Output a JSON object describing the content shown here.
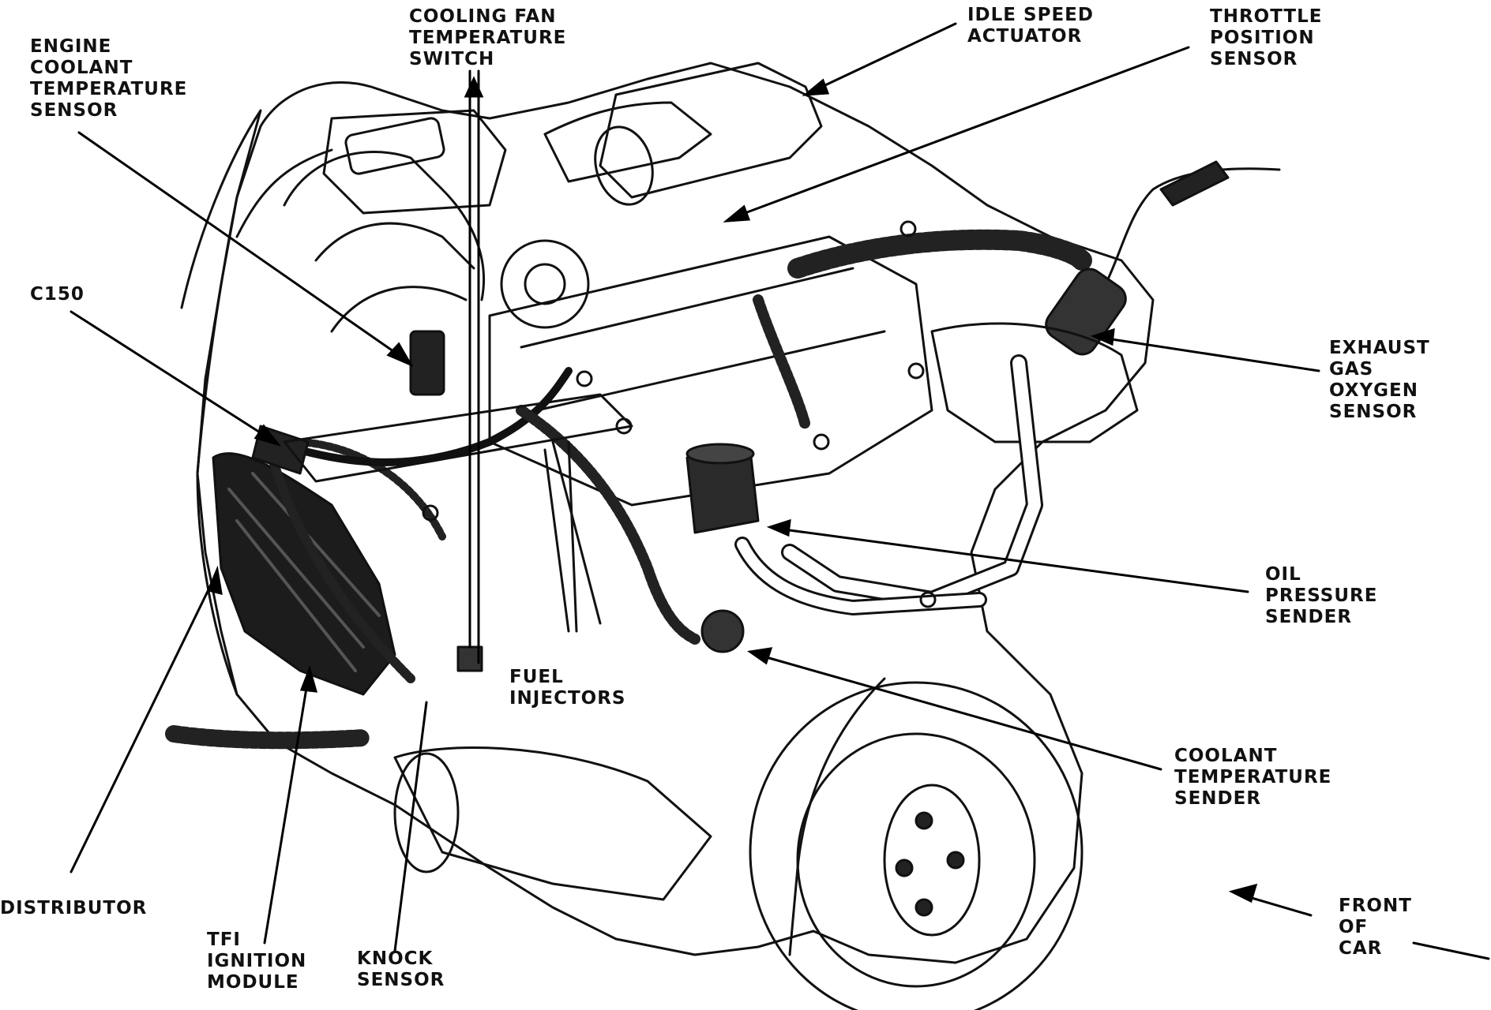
{
  "diagram": {
    "labels": {
      "engine_coolant_temperature_sensor": [
        "ENGINE",
        "COOLANT",
        "TEMPERATURE",
        "SENSOR"
      ],
      "cooling_fan_temperature_switch": [
        "COOLING FAN",
        "TEMPERATURE",
        "SWITCH"
      ],
      "idle_speed_actuator": [
        "IDLE SPEED",
        "ACTUATOR"
      ],
      "throttle_position_sensor": [
        "THROTTLE",
        "POSITION",
        "SENSOR"
      ],
      "c150": [
        "C150"
      ],
      "exhaust_gas_oxygen_sensor": [
        "EXHAUST",
        "GAS",
        "OXYGEN",
        "SENSOR"
      ],
      "oil_pressure_sender": [
        "OIL",
        "PRESSURE",
        "SENDER"
      ],
      "fuel_injectors": [
        "FUEL",
        "INJECTORS"
      ],
      "coolant_temperature_sender": [
        "COOLANT",
        "TEMPERATURE",
        "SENDER"
      ],
      "distributor": [
        "DISTRIBUTOR"
      ],
      "tfi_ignition_module": [
        "TFI",
        "IGNITION",
        "MODULE"
      ],
      "knock_sensor": [
        "KNOCK",
        "SENSOR"
      ],
      "front_of_car": [
        "FRONT",
        "OF",
        "CAR"
      ]
    },
    "colors": {
      "ink": "#111111",
      "background": "#ffffff"
    }
  }
}
